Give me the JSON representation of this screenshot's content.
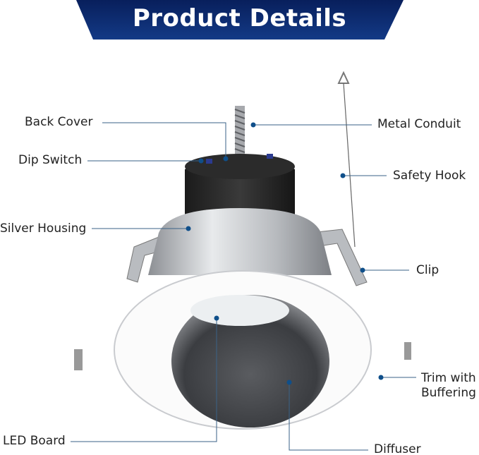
{
  "title": "Product Details",
  "colors": {
    "banner": "#0d2a6e",
    "leader": "#2f5a86",
    "dot": "#0f4f8a"
  },
  "labels": {
    "back_cover": "Back Cover",
    "dip_switch": "Dip Switch",
    "silver_housing": "Silver Housing",
    "metal_conduit": "Metal Conduit",
    "safety_hook": "Safety Hook",
    "clip": "Clip",
    "trim_line1": "Trim with",
    "trim_line2": "Buffering",
    "led_board": "LED Board",
    "diffuser": "Diffuser"
  }
}
